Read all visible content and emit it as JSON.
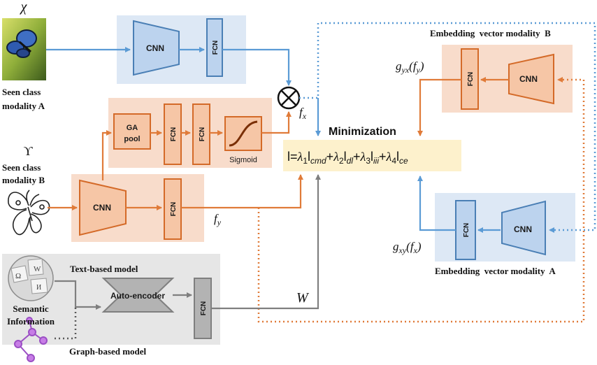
{
  "inputs": {
    "chi_symbol": "χ",
    "upsilon_symbol": "ϒ",
    "seen_a": [
      "Seen class",
      "modality  A"
    ],
    "seen_b": [
      "Seen class",
      "modality  B"
    ],
    "semantic": [
      "Semantic",
      "Information"
    ],
    "text_model": "Text-based model",
    "graph_model": "Graph-based  model"
  },
  "blocks": {
    "cnn": "CNN",
    "fcn": "FCN",
    "ga_pool": [
      "GA",
      "pool"
    ],
    "sigmoid": "Sigmoid",
    "autoencoder": "Auto-encoder"
  },
  "labels": {
    "minimization": "Minimization",
    "embedding_b": "Embedding  vector modality  B",
    "embedding_a": "Embedding  vector modality  A",
    "fx": "f",
    "fx_sub": "x",
    "fy": "f",
    "fy_sub": "y",
    "W": "W",
    "g_yx": "g",
    "g_yx_sub": "yx",
    "g_xy": "g",
    "g_xy_sub": "xy",
    "g_yx_arg": "(f",
    "g_yx_arg_sub": "y",
    "g_xy_arg": "(f",
    "g_xy_arg_sub": "x",
    "close_paren": ")"
  },
  "formula": {
    "prefix": "l=",
    "terms": [
      {
        "lambda": "λ",
        "idx": "1",
        "l": "l",
        "sub": "cmd",
        "plus": "+"
      },
      {
        "lambda": "λ",
        "idx": "2",
        "l": "l",
        "sub": "dl",
        "plus": "+"
      },
      {
        "lambda": "λ",
        "idx": "3",
        "l": "l",
        "sub": "iii",
        "plus": "+"
      },
      {
        "lambda": "λ",
        "idx": "4",
        "l": "l",
        "sub": "ce",
        "plus": ""
      }
    ]
  },
  "colors": {
    "blue_panel": "#dde8f5",
    "orange_panel": "#f8dccb",
    "gray_panel": "#e6e6e6",
    "blue_fill": "#bcd3ee",
    "blue_stroke": "#4a7fb5",
    "orange_fill": "#f6c6a6",
    "orange_stroke": "#d46a28",
    "orange_arrow": "#e07b39",
    "blue_arrow": "#5b9bd5",
    "gray_fill": "#b3b3b3",
    "gray_stroke": "#7f7f7f",
    "formula_bg": "#fdf1cc"
  }
}
